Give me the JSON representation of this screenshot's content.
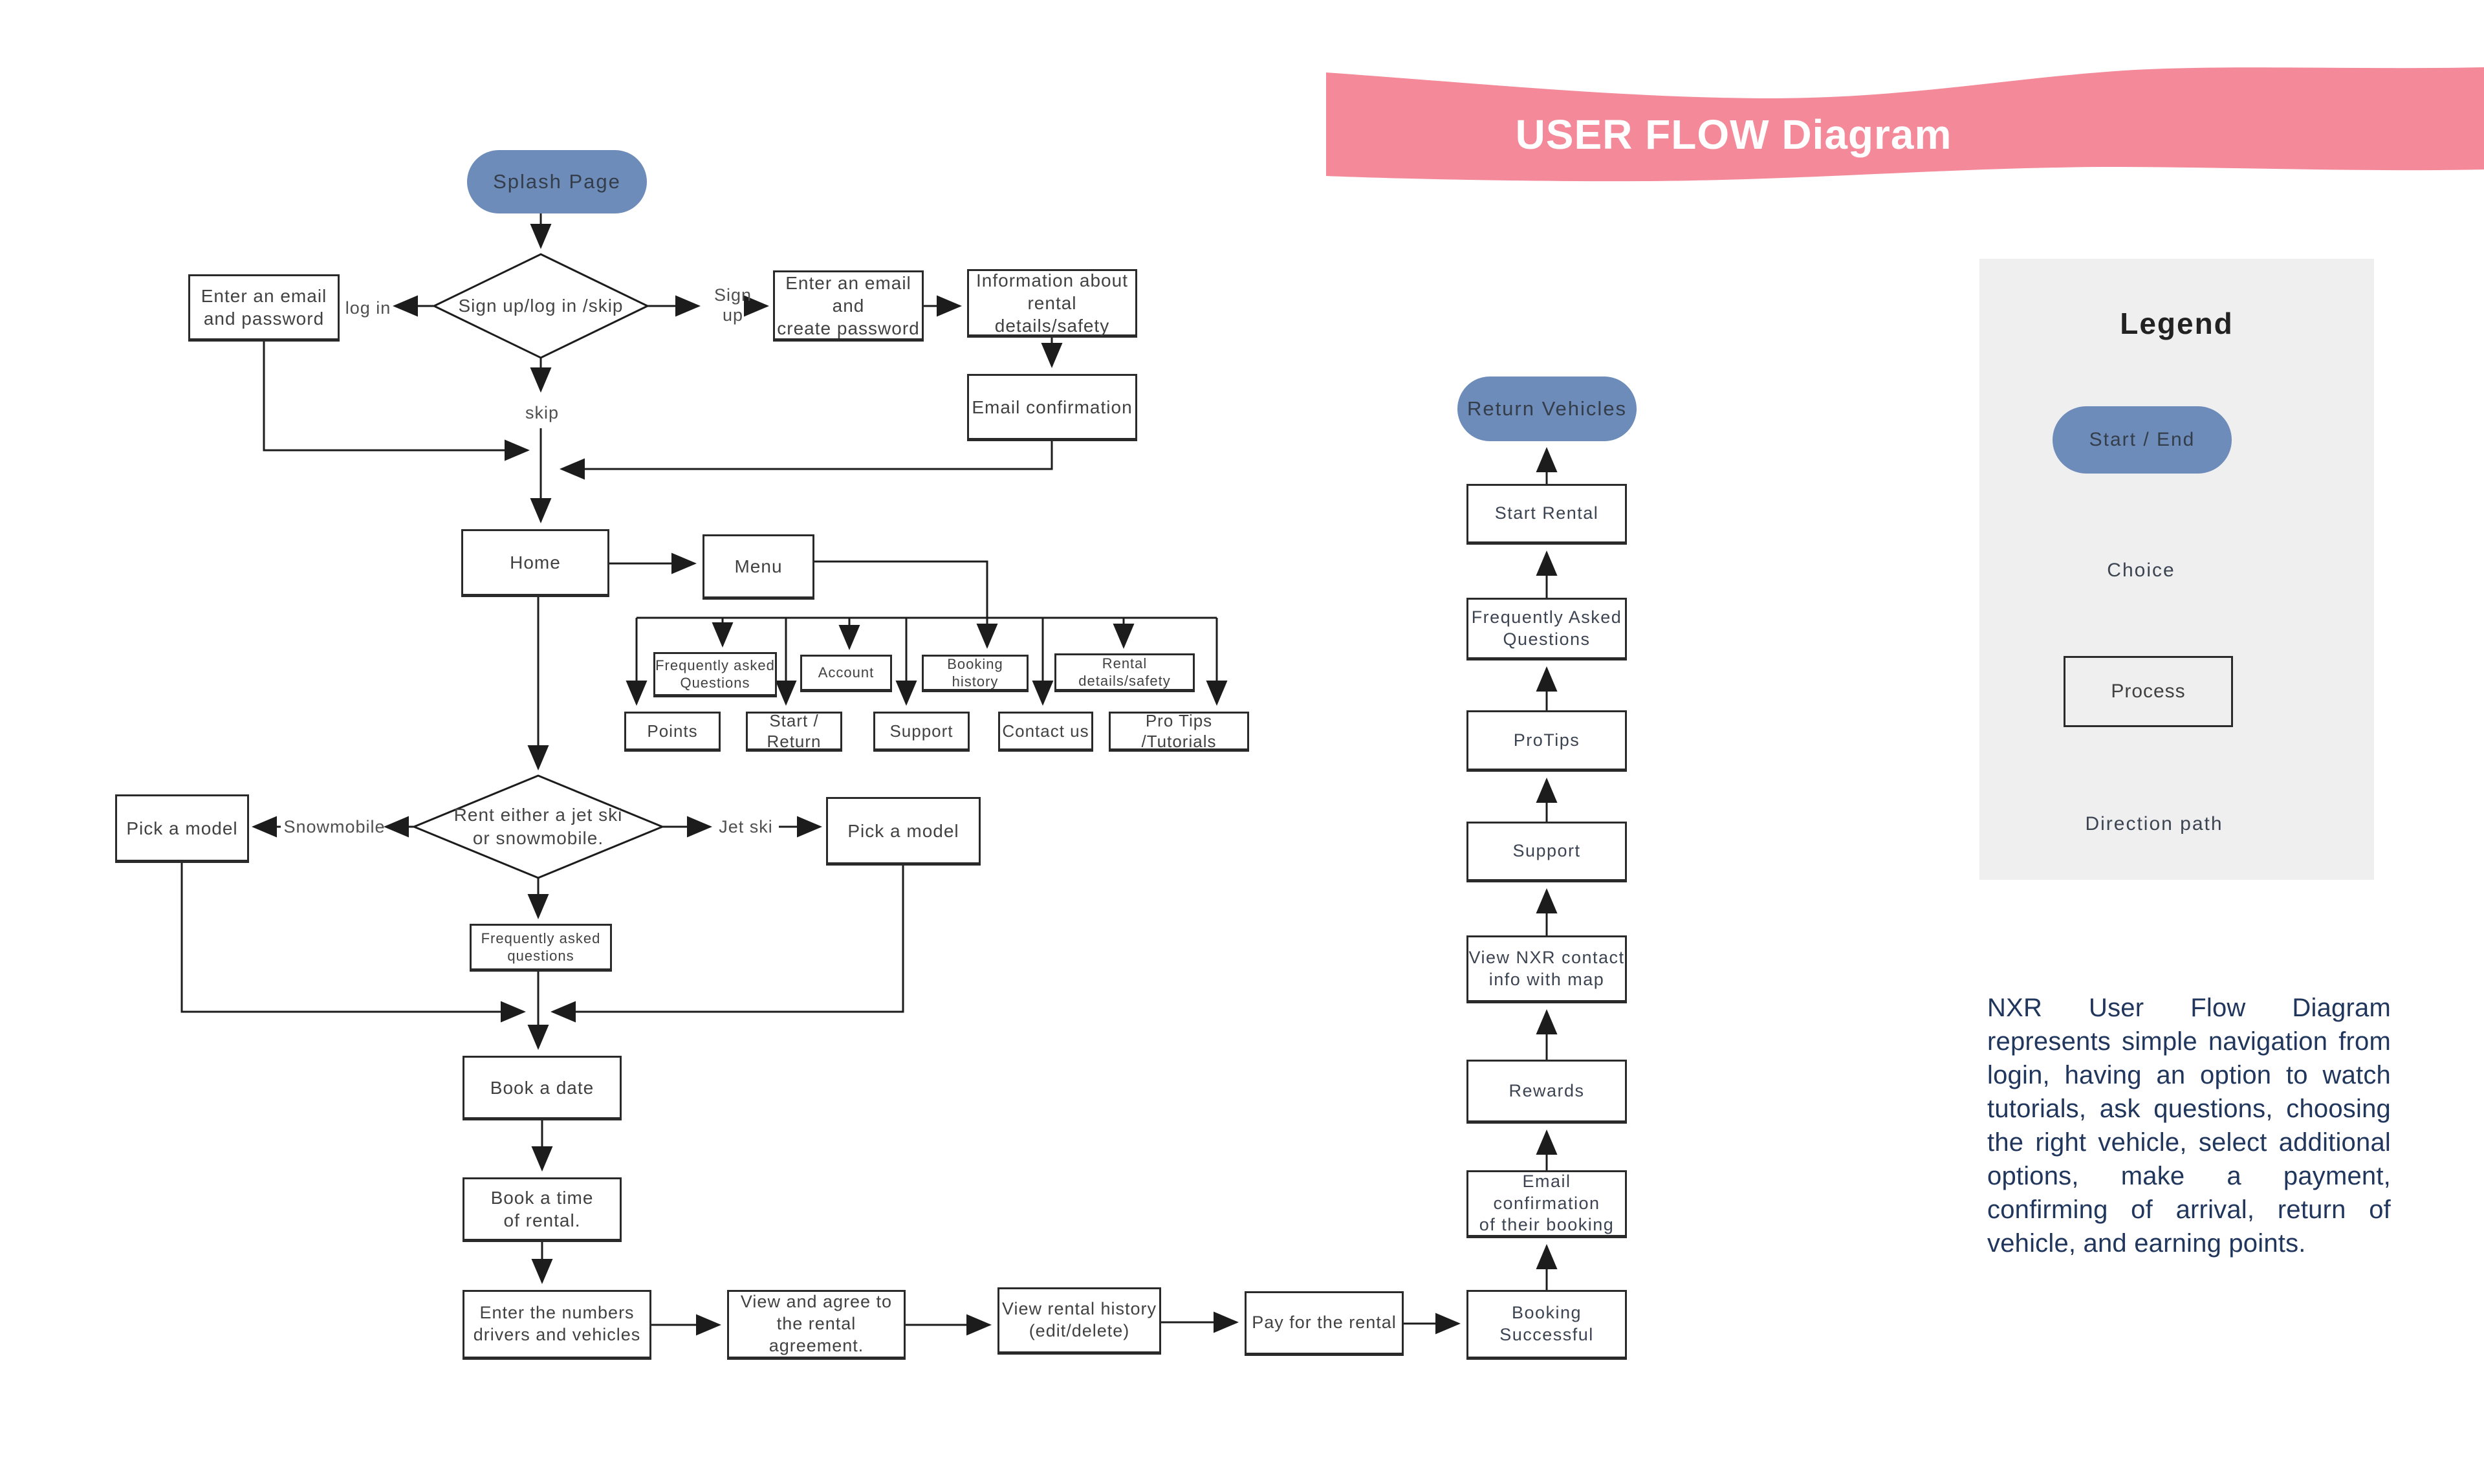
{
  "banner": {
    "title": "USER FLOW Diagram"
  },
  "nodes": {
    "splash": "Splash Page",
    "decision_signup": "Sign up/log in /skip",
    "email_password": "Enter an email\nand password",
    "email_create": "Enter an email\nand\ncreate password",
    "info_rental": "Information about\nrental details/safety",
    "email_confirmation": "Email confirmation",
    "home": "Home",
    "menu": "Menu",
    "faq_menu": "Frequently asked\nQuestions",
    "account": "Account",
    "booking_history": "Booking history",
    "rental_details": "Rental details/safety",
    "points": "Points",
    "start_return": "Start / Return",
    "support_menu": "Support",
    "contact_us": "Contact us",
    "pro_tips": "Pro Tips /Tutorials",
    "decision_rent": "Rent either a jet ski\nor snowmobile.",
    "pick_model_left": "Pick a model",
    "pick_model_right": "Pick a model",
    "faq_rent": "Frequently asked\nquestions",
    "book_date": "Book a date",
    "book_time": "Book a time\nof rental.",
    "enter_numbers": "Enter the numbers\ndrivers and vehicles",
    "view_agree": "View and agree to\nthe rental agreement.",
    "view_history": "View rental history\n(edit/delete)",
    "pay_rental": "Pay for the rental",
    "booking_successful": "Booking Successful",
    "email_conf_booking": "Email confirmation\nof their booking",
    "rewards": "Rewards",
    "view_nxr": "View NXR contact\ninfo with map",
    "support_right": "Support",
    "protips_right": "ProTips",
    "faq_right": "Frequently Asked\nQuestions",
    "start_rental": "Start Rental",
    "return_vehicles": "Return Vehicles"
  },
  "edge_labels": {
    "login": "log in",
    "signup": "Sign up",
    "skip": "skip",
    "snowmobile": "Snowmobile",
    "jetski": "Jet ski"
  },
  "legend": {
    "title": "Legend",
    "start_end": "Start / End",
    "choice": "Choice",
    "process": "Process",
    "direction": "Direction path"
  },
  "description": {
    "text": "NXR User Flow Diagram represents simple navigation from login, having an option to watch tutorials, ask questions, choosing the right vehicle, select additional options, make a payment, confirming of arrival, return of vehicle, and earning points."
  },
  "colors": {
    "pill_blue": "#6d8cba",
    "banner_pink": "#f4899a",
    "legend_bg": "#efefef",
    "paragraph_navy": "#21365c",
    "line": "#1c1c1c"
  }
}
